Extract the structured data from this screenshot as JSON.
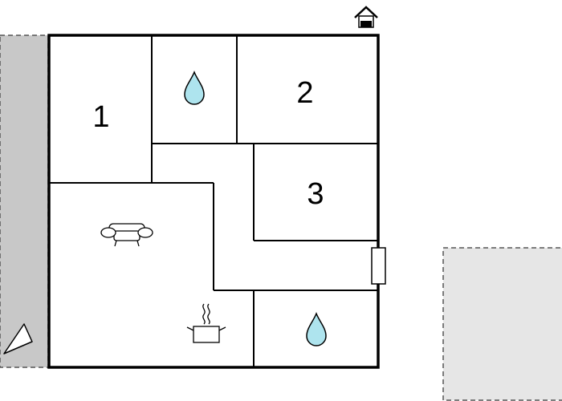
{
  "rooms": [
    {
      "id": "bedroom-1",
      "label": "1"
    },
    {
      "id": "bedroom-2",
      "label": "2"
    },
    {
      "id": "bedroom-3",
      "label": "3"
    }
  ],
  "icons": {
    "entrance": "house-entrance-icon",
    "bathroom": "water-drop-icon",
    "living": "sofa-icon",
    "kitchen": "cooking-pot-icon",
    "compass": "north-arrow-icon"
  },
  "colors": {
    "wall": "#000000",
    "terrace": "#c8c8c8",
    "outdoor_area": "#e6e6e6",
    "water": "#aee4ee"
  }
}
